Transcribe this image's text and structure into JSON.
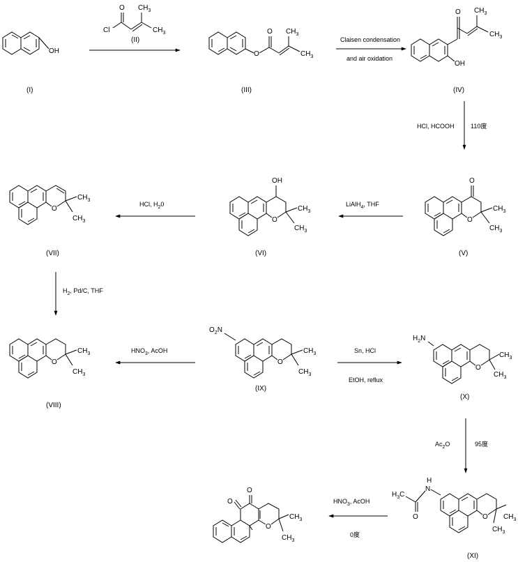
{
  "compounds": {
    "I": "(I)",
    "II": "(II)",
    "III": "(III)",
    "IV": "(IV)",
    "V": "(V)",
    "VI": "(VI)",
    "VII": "(VII)",
    "VIII": "(VIII)",
    "IX": "(IX)",
    "X": "(X)",
    "XI": "(XI)"
  },
  "atoms": {
    "oh": "OH",
    "o": "O",
    "cl": "Cl",
    "ch3": "CH",
    "three": "3",
    "h": "H",
    "h2n_h": "H",
    "h2n_2": "2",
    "h2n_n": "N",
    "n": "N",
    "no2_o": "O",
    "no2_2": "2",
    "no2_n": "N"
  },
  "reagents": {
    "step1_top": "Claisen condensation",
    "step1_bottom": "and air oxidation",
    "step2_left": "HCl, HCOOH",
    "step2_right": "110度",
    "step3": "LiAlH",
    "step3_sub": "4",
    "step3_tail": ", THF",
    "step4": "HCl, H",
    "step4_sub": "2",
    "step4_tail": "0",
    "step5": "H",
    "step5_sub": "2",
    "step5_tail": ", Pd/C, THF",
    "step6": "HNO",
    "step6_sub": "3",
    "step6_tail": ", AcOH",
    "step7_top": "Sn, HCl",
    "step7_bottom": "EtOH, reflux",
    "step8_left": "Ac",
    "step8_sub": "2",
    "step8_tail": "O",
    "step8_right": "95度",
    "step9_top": "HNO",
    "step9_sub": "3",
    "step9_tail": ", AcOH",
    "step9_bottom": "0度"
  }
}
